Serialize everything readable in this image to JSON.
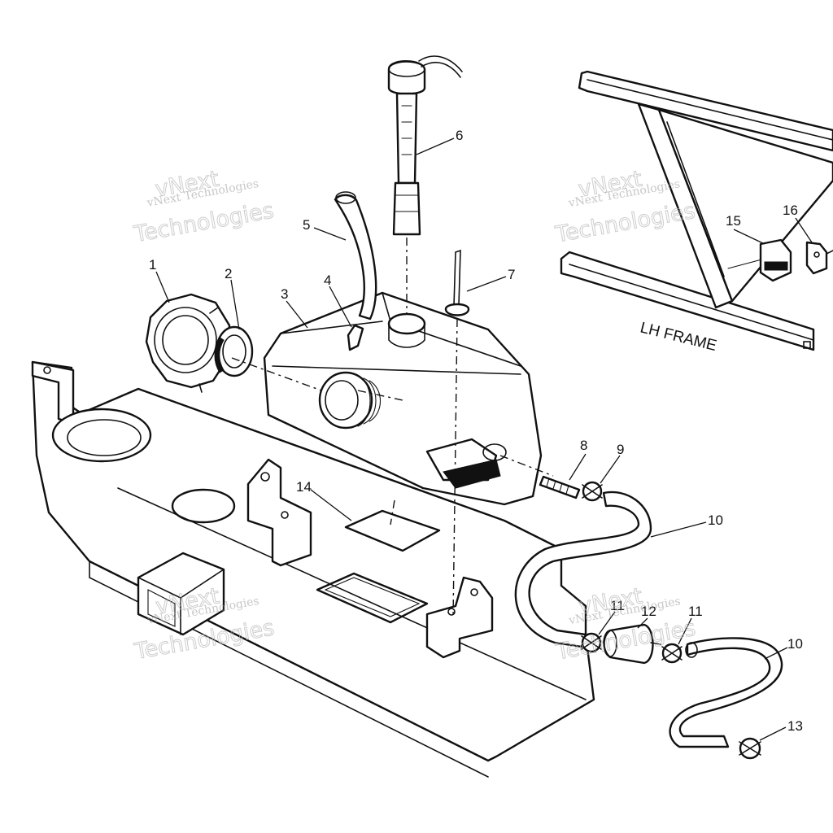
{
  "frame_label": "LH FRAME",
  "callouts": [
    {
      "id": "c1",
      "text": "1"
    },
    {
      "id": "c2",
      "text": "2"
    },
    {
      "id": "c3",
      "text": "3"
    },
    {
      "id": "c4",
      "text": "4"
    },
    {
      "id": "c5",
      "text": "5"
    },
    {
      "id": "c6",
      "text": "6"
    },
    {
      "id": "c7",
      "text": "7"
    },
    {
      "id": "c8",
      "text": "8"
    },
    {
      "id": "c9",
      "text": "9"
    },
    {
      "id": "c10a",
      "text": "10"
    },
    {
      "id": "c10b",
      "text": "10"
    },
    {
      "id": "c11a",
      "text": "11"
    },
    {
      "id": "c11b",
      "text": "11"
    },
    {
      "id": "c12",
      "text": "12"
    },
    {
      "id": "c13",
      "text": "13"
    },
    {
      "id": "c14",
      "text": "14"
    },
    {
      "id": "c15",
      "text": "15"
    },
    {
      "id": "c16",
      "text": "16"
    }
  ],
  "watermark": {
    "small_text": "vNext Technologies",
    "large_top": "vNext",
    "large_bottom": "Technologies"
  }
}
